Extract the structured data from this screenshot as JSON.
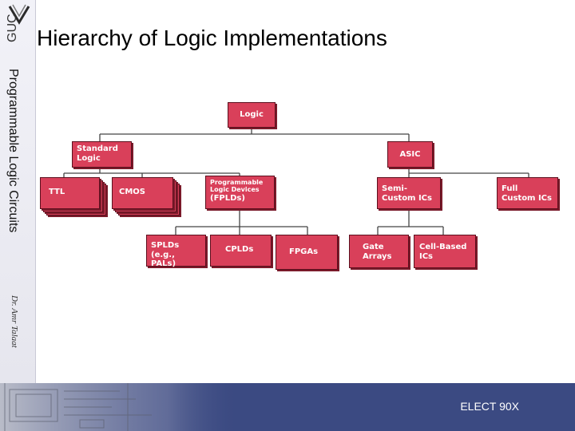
{
  "slide": {
    "logo_text": "GUC",
    "title": "Hierarchy of Logic Implementations",
    "side_title": "Programmable Logic Circuits",
    "author": "Dr. Amr Talaat",
    "footer": "ELECT 90X"
  },
  "diagram": {
    "nodes": {
      "logic": "Logic",
      "standard_logic": "Standard Logic",
      "asic": "ASIC",
      "ttl": "TTL",
      "cmos": "CMOS",
      "pld_line1": "Programmable Logic Devices",
      "pld_line2": "(FPLDs)",
      "semi_custom": "Semi-Custom ICs",
      "full_custom": "Full Custom ICs",
      "splds_line1": "SPLDs",
      "splds_line2": "(e.g., PALs)",
      "cplds": "CPLDs",
      "fpgas": "FPGAs",
      "gate_arrays": "Gate Arrays",
      "cell_based": "Cell-Based ICs"
    }
  }
}
